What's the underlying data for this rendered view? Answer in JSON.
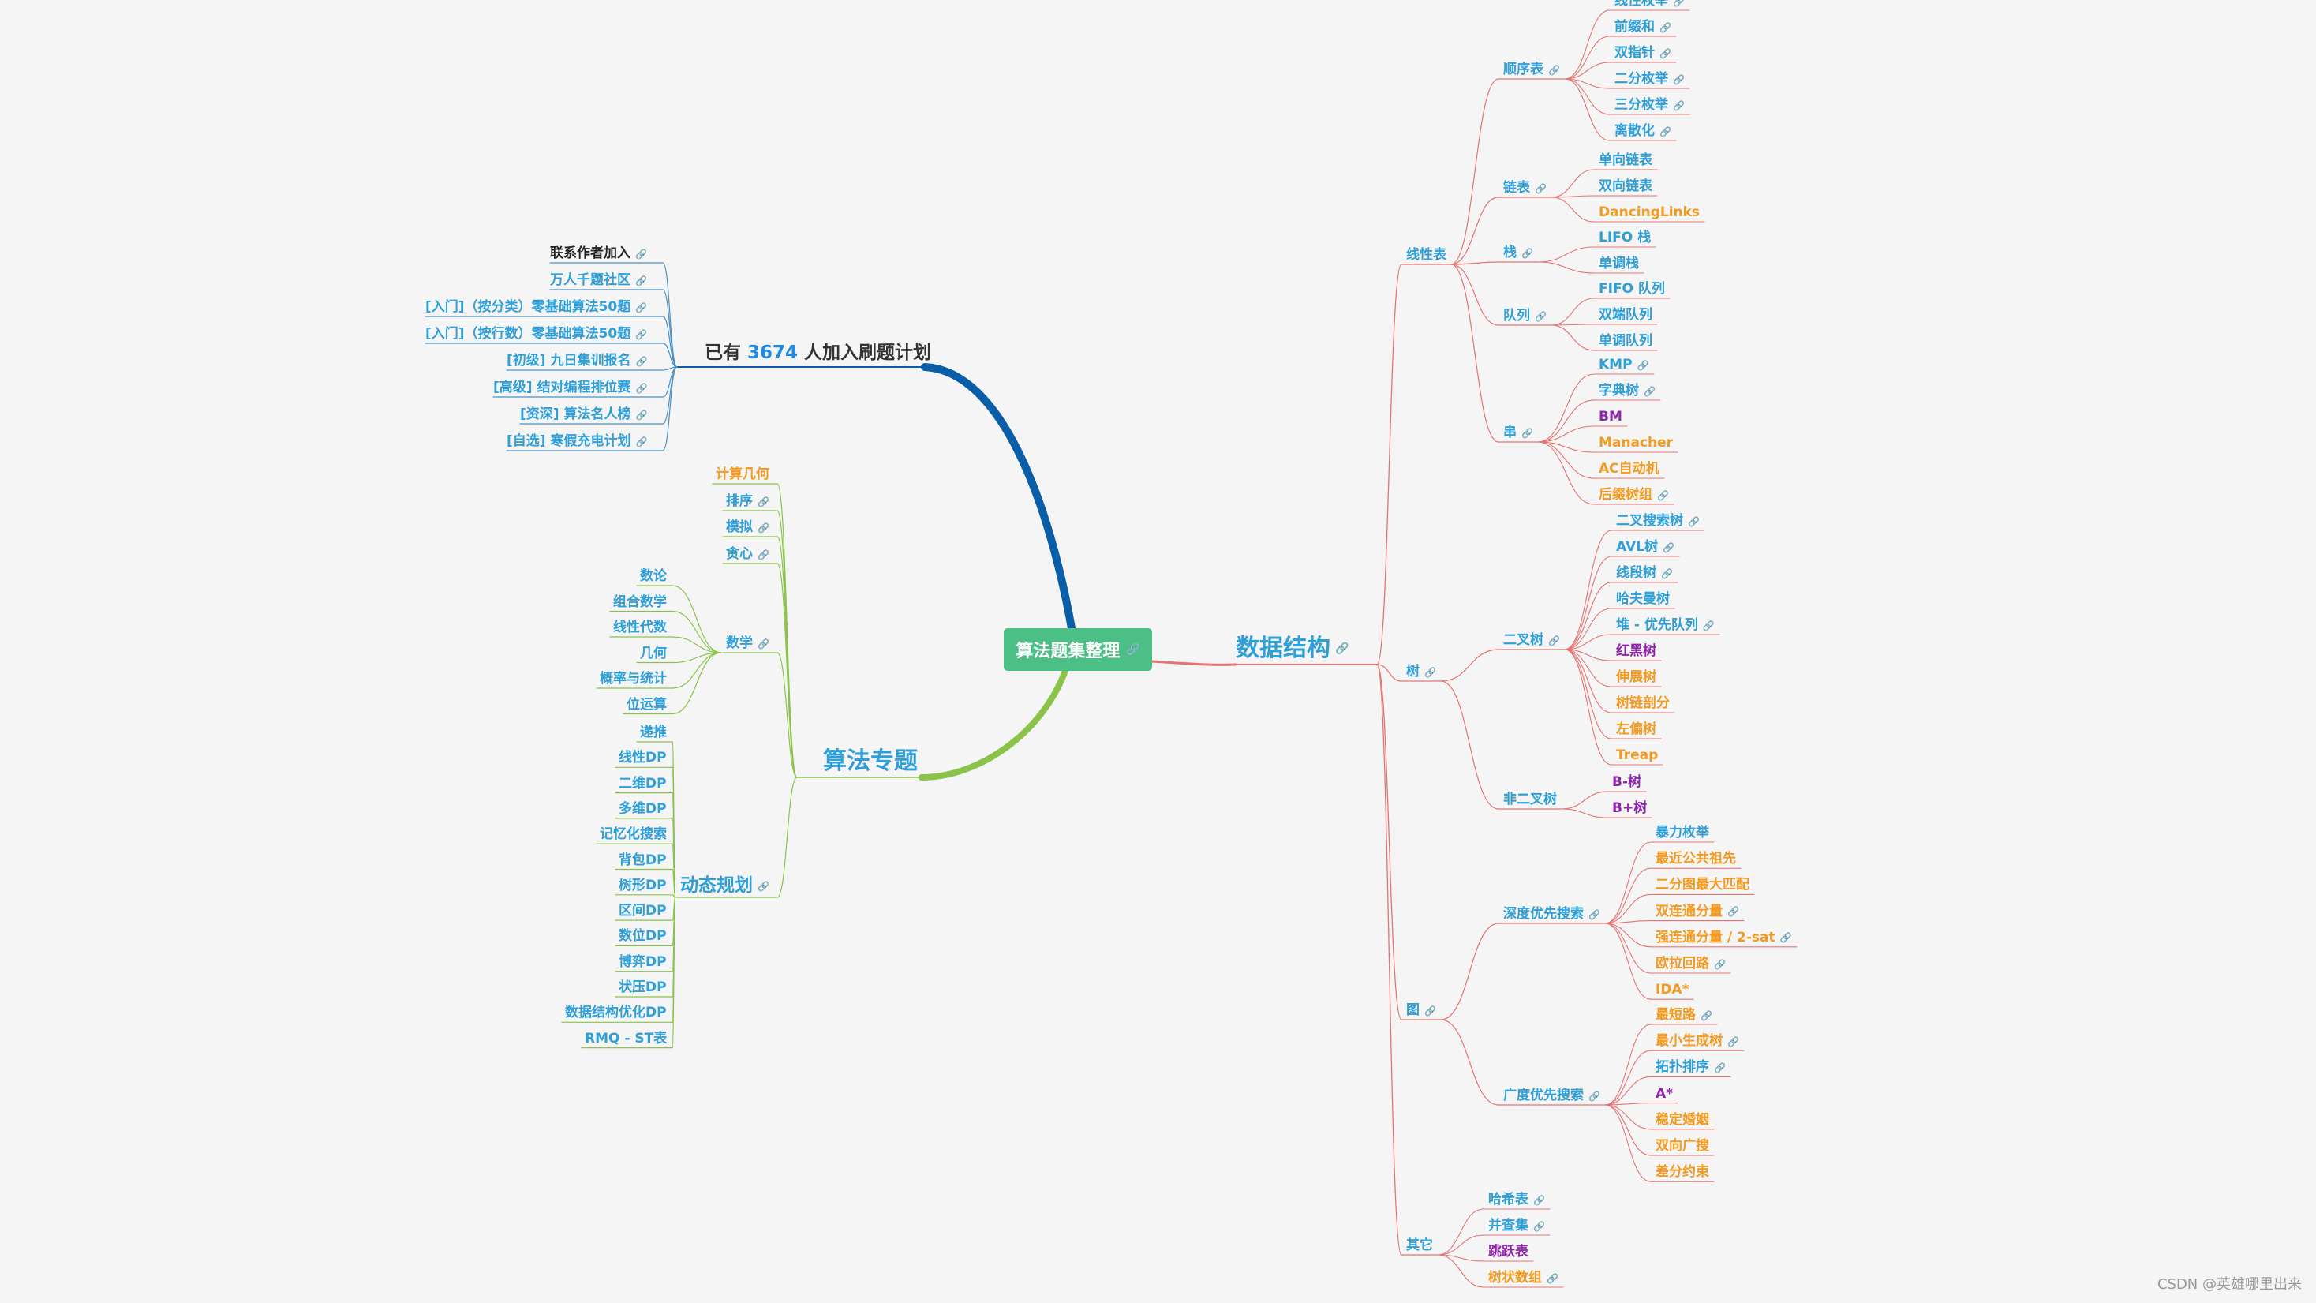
{
  "root": {
    "label": "算法题集整理",
    "color": "#4cbf86"
  },
  "colors": {
    "blue": "#2f9fd8",
    "orange": "#f39a21",
    "purple": "#8e24aa",
    "black": "#222222",
    "line_red": "#e57373",
    "line_green": "#8bc34a",
    "line_blue": "#0a5ea8",
    "line_lightblue": "#4a90c6"
  },
  "plan": {
    "prefix": "已有",
    "count": "3674",
    "suffix": "人加入刷题计划",
    "items": [
      {
        "label": "联系作者加入",
        "color": "black",
        "link": true
      },
      {
        "label": "万人千题社区",
        "color": "blue",
        "link": true
      },
      {
        "label": "[入门]（按分类）零基础算法50题",
        "color": "blue",
        "link": true
      },
      {
        "label": "[入门]（按行数）零基础算法50题",
        "color": "blue",
        "link": true
      },
      {
        "label": "[初级] 九日集训报名",
        "color": "blue",
        "link": true
      },
      {
        "label": "[高级] 结对编程排位赛",
        "color": "blue",
        "link": true
      },
      {
        "label": "[资深] 算法名人榜",
        "color": "blue",
        "link": true
      },
      {
        "label": "[自选] 寒假充电计划",
        "color": "blue",
        "link": true
      }
    ]
  },
  "algo": {
    "label": "算法专题",
    "children": [
      {
        "label": "计算几何",
        "color": "orange",
        "link": false
      },
      {
        "label": "排序",
        "color": "blue",
        "link": true
      },
      {
        "label": "模拟",
        "color": "blue",
        "link": true
      },
      {
        "label": "贪心",
        "color": "blue",
        "link": true
      },
      {
        "label": "数学",
        "color": "blue",
        "link": true,
        "children": [
          {
            "label": "数论",
            "color": "blue"
          },
          {
            "label": "组合数学",
            "color": "blue"
          },
          {
            "label": "线性代数",
            "color": "blue"
          },
          {
            "label": "几何",
            "color": "blue"
          },
          {
            "label": "概率与统计",
            "color": "blue"
          },
          {
            "label": "位运算",
            "color": "blue"
          }
        ]
      },
      {
        "label": "动态规划",
        "color": "blue",
        "link": true,
        "big": true,
        "children": [
          {
            "label": "递推",
            "color": "blue"
          },
          {
            "label": "线性DP",
            "color": "blue"
          },
          {
            "label": "二维DP",
            "color": "blue"
          },
          {
            "label": "多维DP",
            "color": "blue"
          },
          {
            "label": "记忆化搜索",
            "color": "blue"
          },
          {
            "label": "背包DP",
            "color": "blue"
          },
          {
            "label": "树形DP",
            "color": "blue"
          },
          {
            "label": "区间DP",
            "color": "blue"
          },
          {
            "label": "数位DP",
            "color": "blue"
          },
          {
            "label": "博弈DP",
            "color": "blue"
          },
          {
            "label": "状压DP",
            "color": "blue"
          },
          {
            "label": "数据结构优化DP",
            "color": "blue"
          },
          {
            "label": "RMQ - ST表",
            "color": "blue"
          }
        ]
      }
    ]
  },
  "ds": {
    "label": "数据结构",
    "children": [
      {
        "label": "线性表",
        "color": "blue",
        "link": false,
        "children": [
          {
            "label": "顺序表",
            "color": "blue",
            "link": true,
            "children": [
              {
                "label": "线性枚举",
                "color": "blue",
                "link": true
              },
              {
                "label": "前缀和",
                "color": "blue",
                "link": true
              },
              {
                "label": "双指针",
                "color": "blue",
                "link": true
              },
              {
                "label": "二分枚举",
                "color": "blue",
                "link": true
              },
              {
                "label": "三分枚举",
                "color": "blue",
                "link": true
              },
              {
                "label": "离散化",
                "color": "blue",
                "link": true
              }
            ]
          },
          {
            "label": "链表",
            "color": "blue",
            "link": true,
            "children": [
              {
                "label": "单向链表",
                "color": "blue",
                "link": false
              },
              {
                "label": "双向链表",
                "color": "blue",
                "link": false
              },
              {
                "label": "DancingLinks",
                "color": "orange",
                "link": false
              }
            ]
          },
          {
            "label": "栈",
            "color": "blue",
            "link": true,
            "children": [
              {
                "label": "LIFO 栈",
                "color": "blue",
                "link": false
              },
              {
                "label": "单调栈",
                "color": "blue",
                "link": false
              }
            ]
          },
          {
            "label": "队列",
            "color": "blue",
            "link": true,
            "children": [
              {
                "label": "FIFO 队列",
                "color": "blue",
                "link": false
              },
              {
                "label": "双端队列",
                "color": "blue",
                "link": false
              },
              {
                "label": "单调队列",
                "color": "blue",
                "link": false
              }
            ]
          },
          {
            "label": "串",
            "color": "blue",
            "link": true,
            "children": [
              {
                "label": "KMP",
                "color": "blue",
                "link": true
              },
              {
                "label": "字典树",
                "color": "blue",
                "link": true
              },
              {
                "label": "BM",
                "color": "purple",
                "link": false
              },
              {
                "label": "Manacher",
                "color": "orange",
                "link": false
              },
              {
                "label": "AC自动机",
                "color": "orange",
                "link": false
              },
              {
                "label": "后缀树组",
                "color": "orange",
                "link": true
              }
            ]
          }
        ]
      },
      {
        "label": "树",
        "color": "blue",
        "link": true,
        "children": [
          {
            "label": "二叉树",
            "color": "blue",
            "link": true,
            "children": [
              {
                "label": "二叉搜索树",
                "color": "blue",
                "link": true
              },
              {
                "label": "AVL树",
                "color": "blue",
                "link": true
              },
              {
                "label": "线段树",
                "color": "blue",
                "link": true
              },
              {
                "label": "哈夫曼树",
                "color": "blue",
                "link": false
              },
              {
                "label": "堆 - 优先队列",
                "color": "blue",
                "link": true
              },
              {
                "label": "红黑树",
                "color": "purple",
                "link": false
              },
              {
                "label": "伸展树",
                "color": "orange",
                "link": false
              },
              {
                "label": "树链剖分",
                "color": "orange",
                "link": false
              },
              {
                "label": "左偏树",
                "color": "orange",
                "link": false
              },
              {
                "label": "Treap",
                "color": "orange",
                "link": false
              }
            ]
          },
          {
            "label": "非二叉树",
            "color": "blue",
            "link": false,
            "children": [
              {
                "label": "B-树",
                "color": "purple",
                "link": false
              },
              {
                "label": "B+树",
                "color": "purple",
                "link": false
              }
            ]
          }
        ]
      },
      {
        "label": "图",
        "color": "blue",
        "link": true,
        "children": [
          {
            "label": "深度优先搜索",
            "color": "blue",
            "link": true,
            "children": [
              {
                "label": "暴力枚举",
                "color": "blue",
                "link": false
              },
              {
                "label": "最近公共祖先",
                "color": "orange",
                "link": false
              },
              {
                "label": "二分图最大匹配",
                "color": "orange",
                "link": false
              },
              {
                "label": "双连通分量",
                "color": "orange",
                "link": true
              },
              {
                "label": "强连通分量 / 2-sat",
                "color": "orange",
                "link": true
              },
              {
                "label": "欧拉回路",
                "color": "orange",
                "link": true
              },
              {
                "label": "IDA*",
                "color": "orange",
                "link": false
              }
            ]
          },
          {
            "label": "广度优先搜索",
            "color": "blue",
            "link": true,
            "children": [
              {
                "label": "最短路",
                "color": "orange",
                "link": true
              },
              {
                "label": "最小生成树",
                "color": "orange",
                "link": true
              },
              {
                "label": "拓扑排序",
                "color": "blue",
                "link": true
              },
              {
                "label": "A*",
                "color": "purple",
                "link": false
              },
              {
                "label": "稳定婚姻",
                "color": "orange",
                "link": false
              },
              {
                "label": "双向广搜",
                "color": "orange",
                "link": false
              },
              {
                "label": "差分约束",
                "color": "orange",
                "link": false
              }
            ]
          }
        ]
      },
      {
        "label": "其它",
        "color": "blue",
        "link": false,
        "children": [
          {
            "label": "哈希表",
            "color": "blue",
            "link": true
          },
          {
            "label": "并查集",
            "color": "blue",
            "link": true
          },
          {
            "label": "跳跃表",
            "color": "purple",
            "link": false
          },
          {
            "label": "树状数组",
            "color": "orange",
            "link": true
          }
        ]
      }
    ]
  },
  "icons": {
    "link": "link-icon"
  },
  "watermark": "CSDN @英雄哪里出来"
}
